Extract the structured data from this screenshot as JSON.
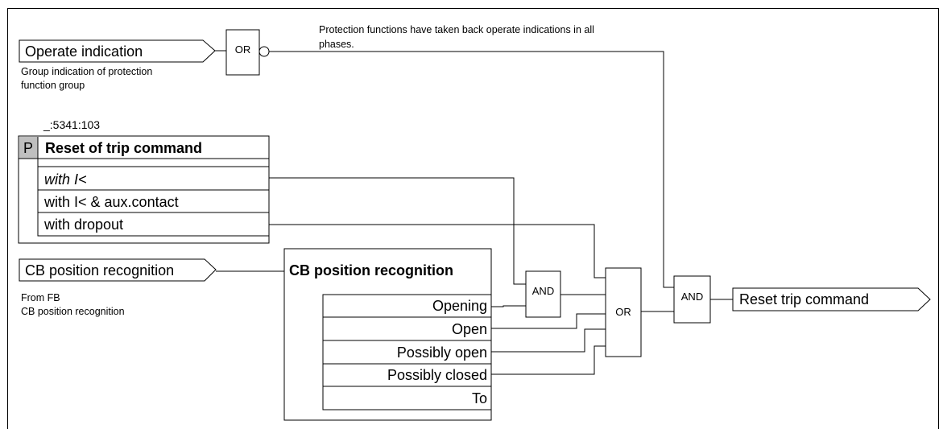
{
  "inputs": {
    "operate_indication": {
      "label": "Operate indication",
      "note_line1": "Group indication of protection",
      "note_line2": "function group"
    },
    "cb_position": {
      "label": "CB position recognition",
      "note_line1": "From FB",
      "note_line2": "CB position recognition"
    }
  },
  "annotation": {
    "line1": "Protection functions have taken back operate indications in all",
    "line2": "phases."
  },
  "parameter": {
    "address": "_:5341:103",
    "badge": "P",
    "title": "Reset of trip command",
    "options": [
      "with I<",
      "with I< & aux.contact",
      "with dropout"
    ]
  },
  "cb_block": {
    "title": "CB position recognition",
    "outputs": [
      "Opening",
      "Open",
      "Possibly open",
      "Possibly closed",
      "To"
    ]
  },
  "gates": {
    "or_top": "OR",
    "and_mid": "AND",
    "or_mid": "OR",
    "and_final": "AND"
  },
  "output": {
    "label": "Reset trip command"
  }
}
